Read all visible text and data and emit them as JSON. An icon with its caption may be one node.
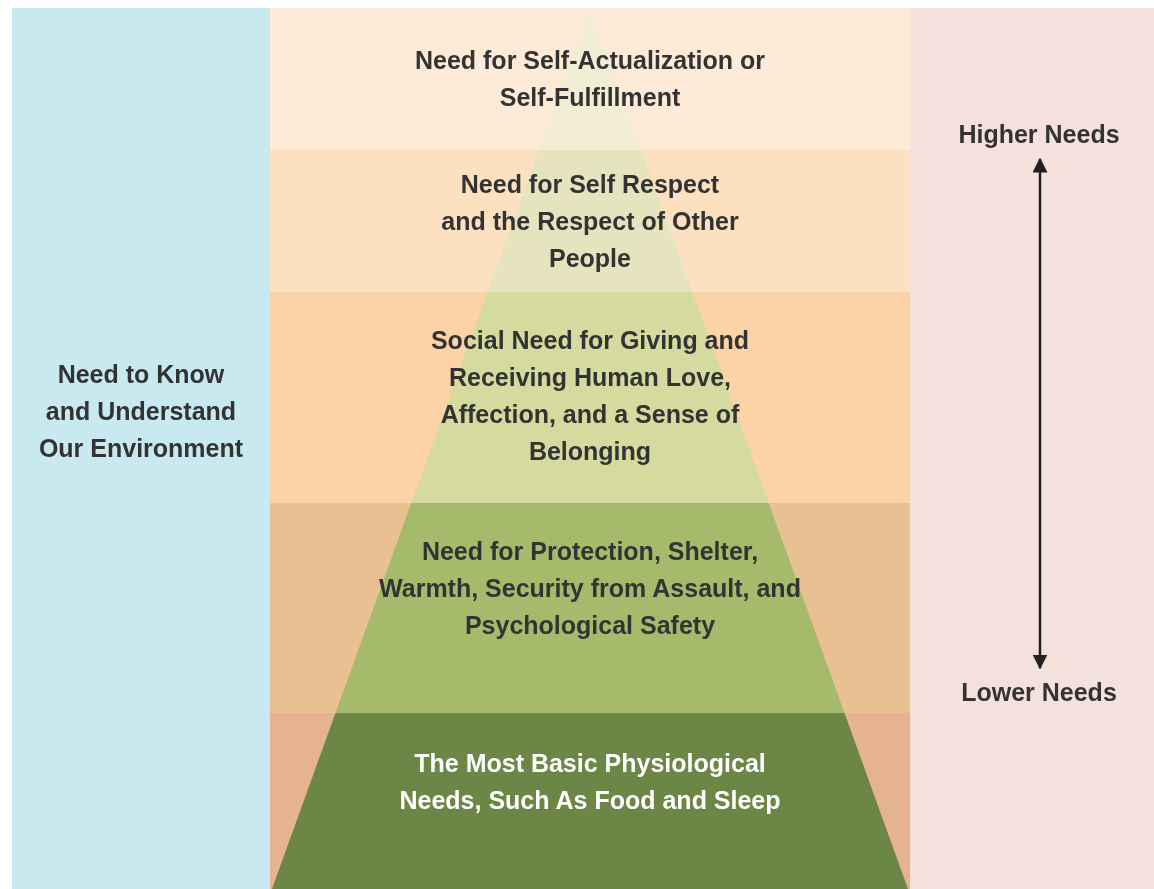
{
  "diagram": {
    "nodes": [
      {
        "text": [
          "Need to Know and Understand Our Environment"
        ]
      },
      {
        "text": [
          "Need for Self-Actualization or Self-Fulfillment"
        ]
      },
      {
        "text": [
          "Need for Self Respect and the Respect of Other People"
        ]
      },
      {
        "text": [
          "Social Need for Giving and Receiving Human Love, Affection, and a Sense of Belonging"
        ]
      },
      {
        "text": [
          "Need for Protection, Shelter, Warmth, Security from Assault, and Psychological Safety"
        ]
      },
      {
        "text": [
          "The Most Basic Physiological Needs, Such As Food and Sleep"
        ]
      },
      {
        "text": [
          "Higher Needs"
        ]
      },
      {
        "text": [
          "Lower Needs"
        ]
      }
    ],
    "edges": [
      {
        "from": 6,
        "to": 7,
        "arrow": "both"
      }
    ]
  }
}
